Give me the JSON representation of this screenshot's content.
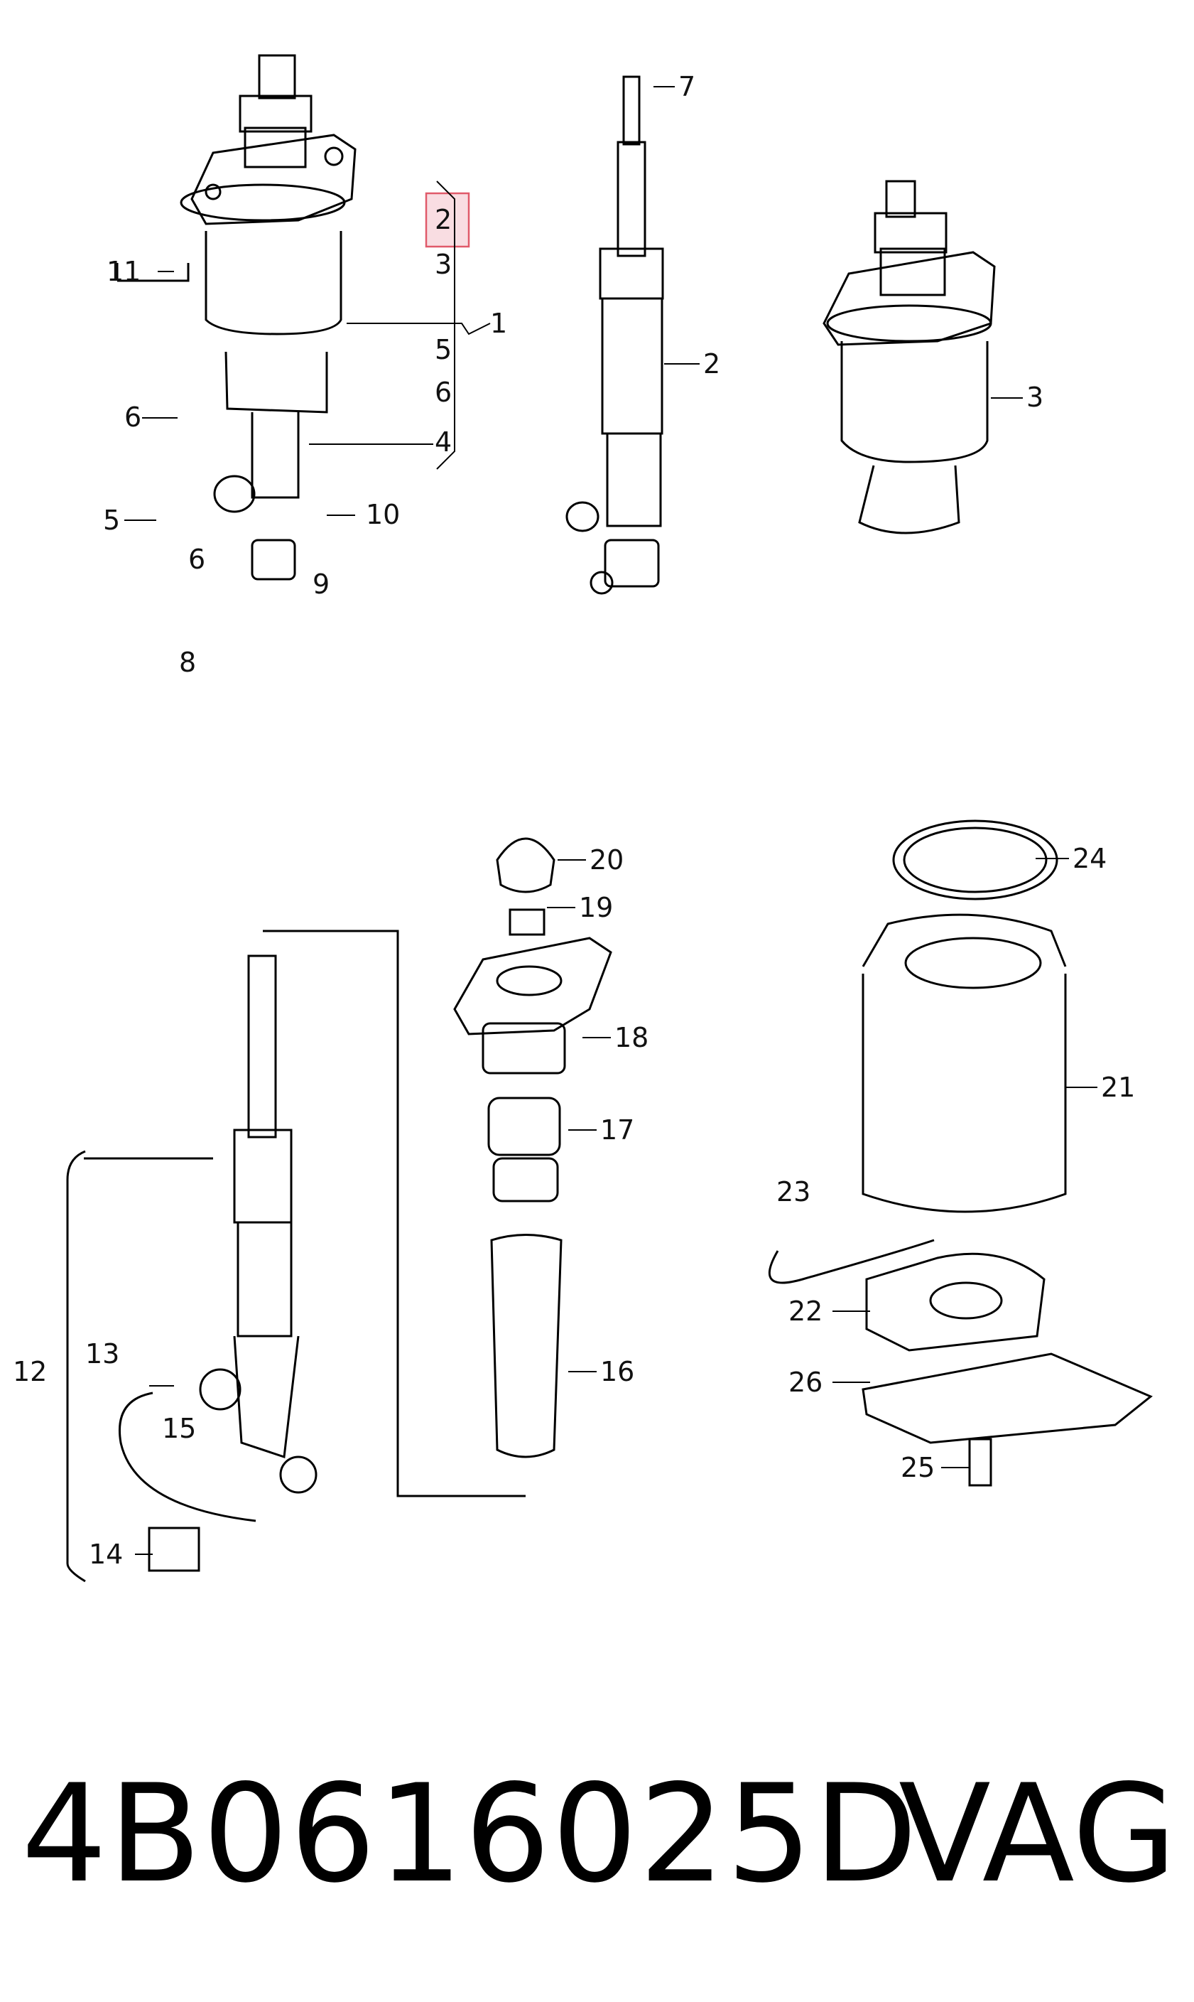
{
  "callouts": {
    "n1": "1",
    "n2": "2",
    "n3": "3",
    "n4": "4",
    "n5": "5",
    "n6": "6",
    "n7": "7",
    "n8": "8",
    "n9": "9",
    "n10": "10",
    "n11": "11",
    "n12": "12",
    "n13": "13",
    "n14": "14",
    "n15": "15",
    "n16": "16",
    "n17": "17",
    "n18": "18",
    "n19": "19",
    "n20": "20",
    "n21": "21",
    "n22": "22",
    "n23": "23",
    "n24": "24",
    "n25": "25",
    "n26": "26"
  },
  "highlight": {
    "color": "#e05a6a",
    "label": "2"
  },
  "footer": {
    "part_number": "4B0616025D",
    "brand": "VAG"
  }
}
